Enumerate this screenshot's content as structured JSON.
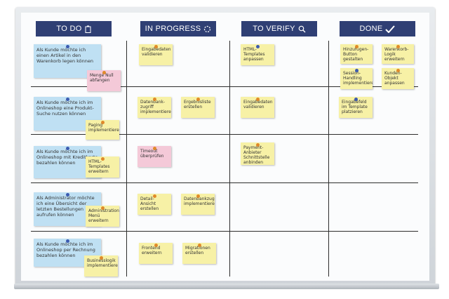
{
  "columns": [
    {
      "label": "TO DO",
      "icon": "clipboard-icon"
    },
    {
      "label": "IN PROGRESS",
      "icon": "spinner-icon"
    },
    {
      "label": "TO VERIFY",
      "icon": "magnifier-icon"
    },
    {
      "label": "DONE",
      "icon": "checkmark-icon"
    }
  ],
  "colors": {
    "header": "#2f3f74",
    "sticky_yellow": "#f7f1a6",
    "sticky_blue": "#bfe0f3",
    "sticky_pink": "#f4c9d8",
    "pin_orange": "#e08a2a",
    "pin_blue": "#3c5bb0"
  },
  "rows": [
    {
      "story": "Als Kunde möchte ich einen Artikel in den Warenkorb legen können",
      "todo": [
        "Menge Null abfangen"
      ],
      "in_progress": [
        "Eingabedaten validieren"
      ],
      "to_verify": [
        "HTML-Templates anpassen"
      ],
      "done": [
        "Hinzufügen-Button gestalten",
        "Warenkorb-Logik erweitern",
        "Session-Handling implementieren",
        "Kunden-Objekt anpassen"
      ]
    },
    {
      "story": "Als Kunde möchte ich im Onlineshop eine Produkt-Suche nutzen können",
      "todo": [
        "Paging implementieren"
      ],
      "in_progress": [
        "Datenbank-zugriff implementieren",
        "Ergebnisliste erstellen"
      ],
      "to_verify": [
        "Eingabedaten validieren"
      ],
      "done": [
        "Eingabefeld im Template platzieren"
      ]
    },
    {
      "story": "Als Kunde möchte ich im Onlineshop mit Kreditkarte bezahlen können",
      "todo": [
        "HTML-Templates erweitern"
      ],
      "in_progress": [
        "Timeout überprüfen"
      ],
      "to_verify": [
        "Payment-Anbieter Schnittstelle anbinden"
      ],
      "done": []
    },
    {
      "story": "Als Administrator möchte ich eine Übersicht der letzten Bestellungen aufrufen können",
      "todo": [
        "Administrations-Menü erweitern"
      ],
      "in_progress": [
        "Detail-Ansicht erstellen",
        "Datenbankzugriff implementieren"
      ],
      "to_verify": [],
      "done": []
    },
    {
      "story": "Als Kunde möchte ich im Onlineshop per Rechnung bezahlen können",
      "todo": [
        "Businesslogik implementieren"
      ],
      "in_progress": [
        "Frontend erweitern",
        "Migrationen erstellen"
      ],
      "to_verify": [],
      "done": []
    }
  ]
}
